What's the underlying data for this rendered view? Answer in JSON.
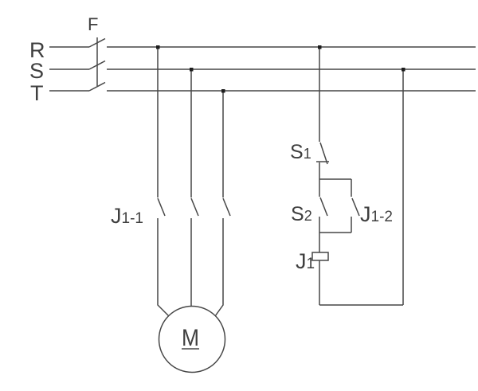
{
  "diagram": {
    "title": "motor-control-circuit-schematic",
    "background_color": "#ffffff",
    "line_color": "#474747",
    "dot_color": "#1d1d1d",
    "text_color": "#3f3f3f",
    "labels": {
      "fuse_switch": "F",
      "phase_r": "R",
      "phase_s": "S",
      "phase_t": "T",
      "main_contactor": {
        "base": "J",
        "sub": "1-1"
      },
      "stop_button": {
        "base": "S",
        "sub": "1"
      },
      "start_button": {
        "base": "S",
        "sub": "2"
      },
      "holding_contact": {
        "base": "J",
        "sub": "1-2"
      },
      "relay_coil": {
        "base": "J",
        "sub": "1"
      },
      "motor": "M"
    }
  }
}
